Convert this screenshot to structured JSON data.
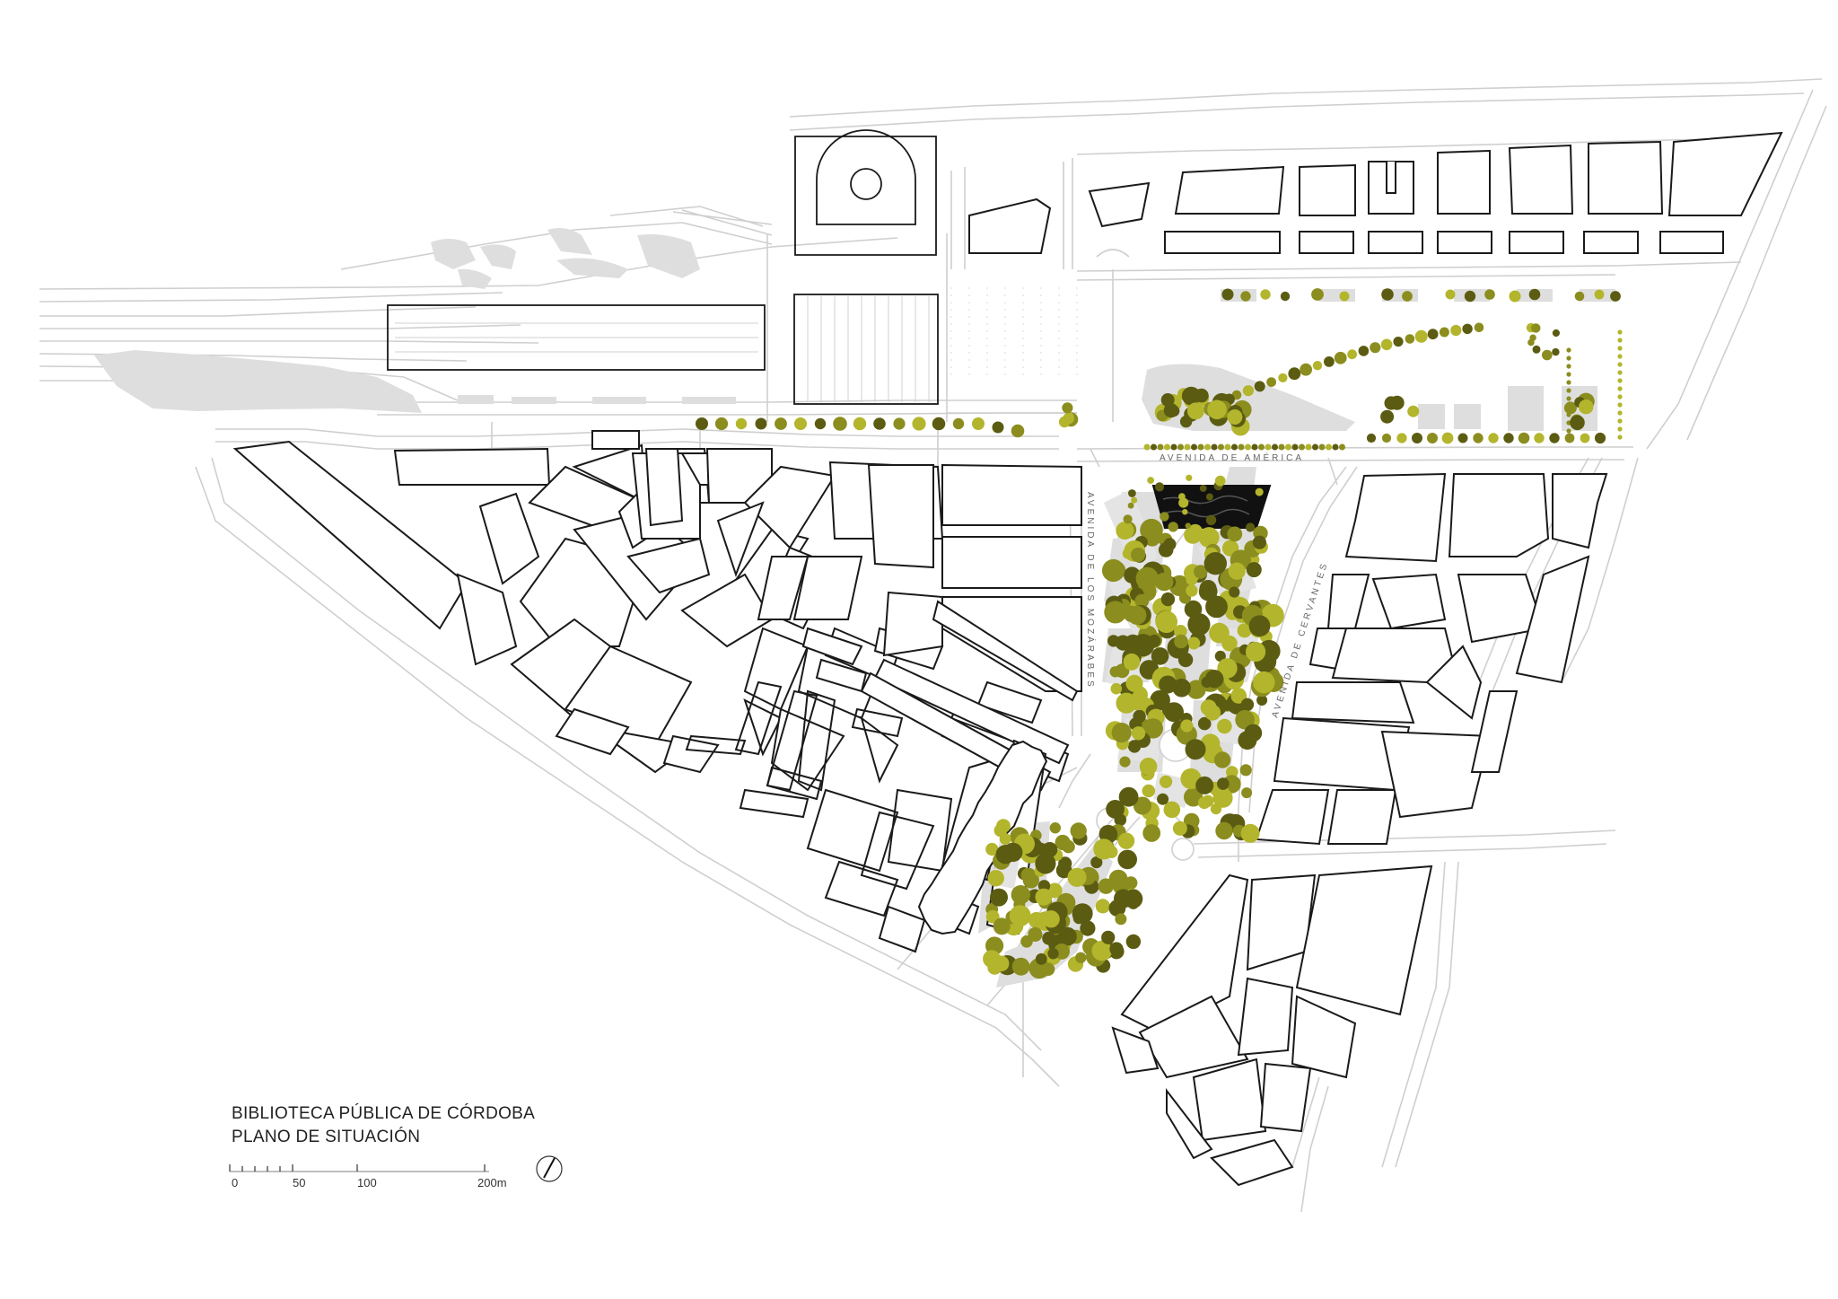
{
  "title": {
    "line1": "BIBLIOTECA PÚBLICA DE CÓRDOBA",
    "line2": "PLANO DE SITUACIÓN"
  },
  "streets": {
    "america": "AVENIDA DE AMÉRICA",
    "mozarabes": "AVENIDA DE LOS MOZÁRABES",
    "cervantes": "AVENIDA DE CERVANTES"
  },
  "scale": {
    "ticks": [
      "0",
      "50",
      "100",
      "200m"
    ]
  },
  "north_arrow": {
    "icon": "north-arrow-icon"
  },
  "colors": {
    "background": "#ffffff",
    "block_outline": "#1a1a1a",
    "street_lines": "#cfcfcf",
    "grey_fill": "#dedede",
    "library": "#111111",
    "tree_dark": "#5b5c12",
    "tree_mid": "#8b8d1e",
    "tree_light": "#b3b52c"
  }
}
